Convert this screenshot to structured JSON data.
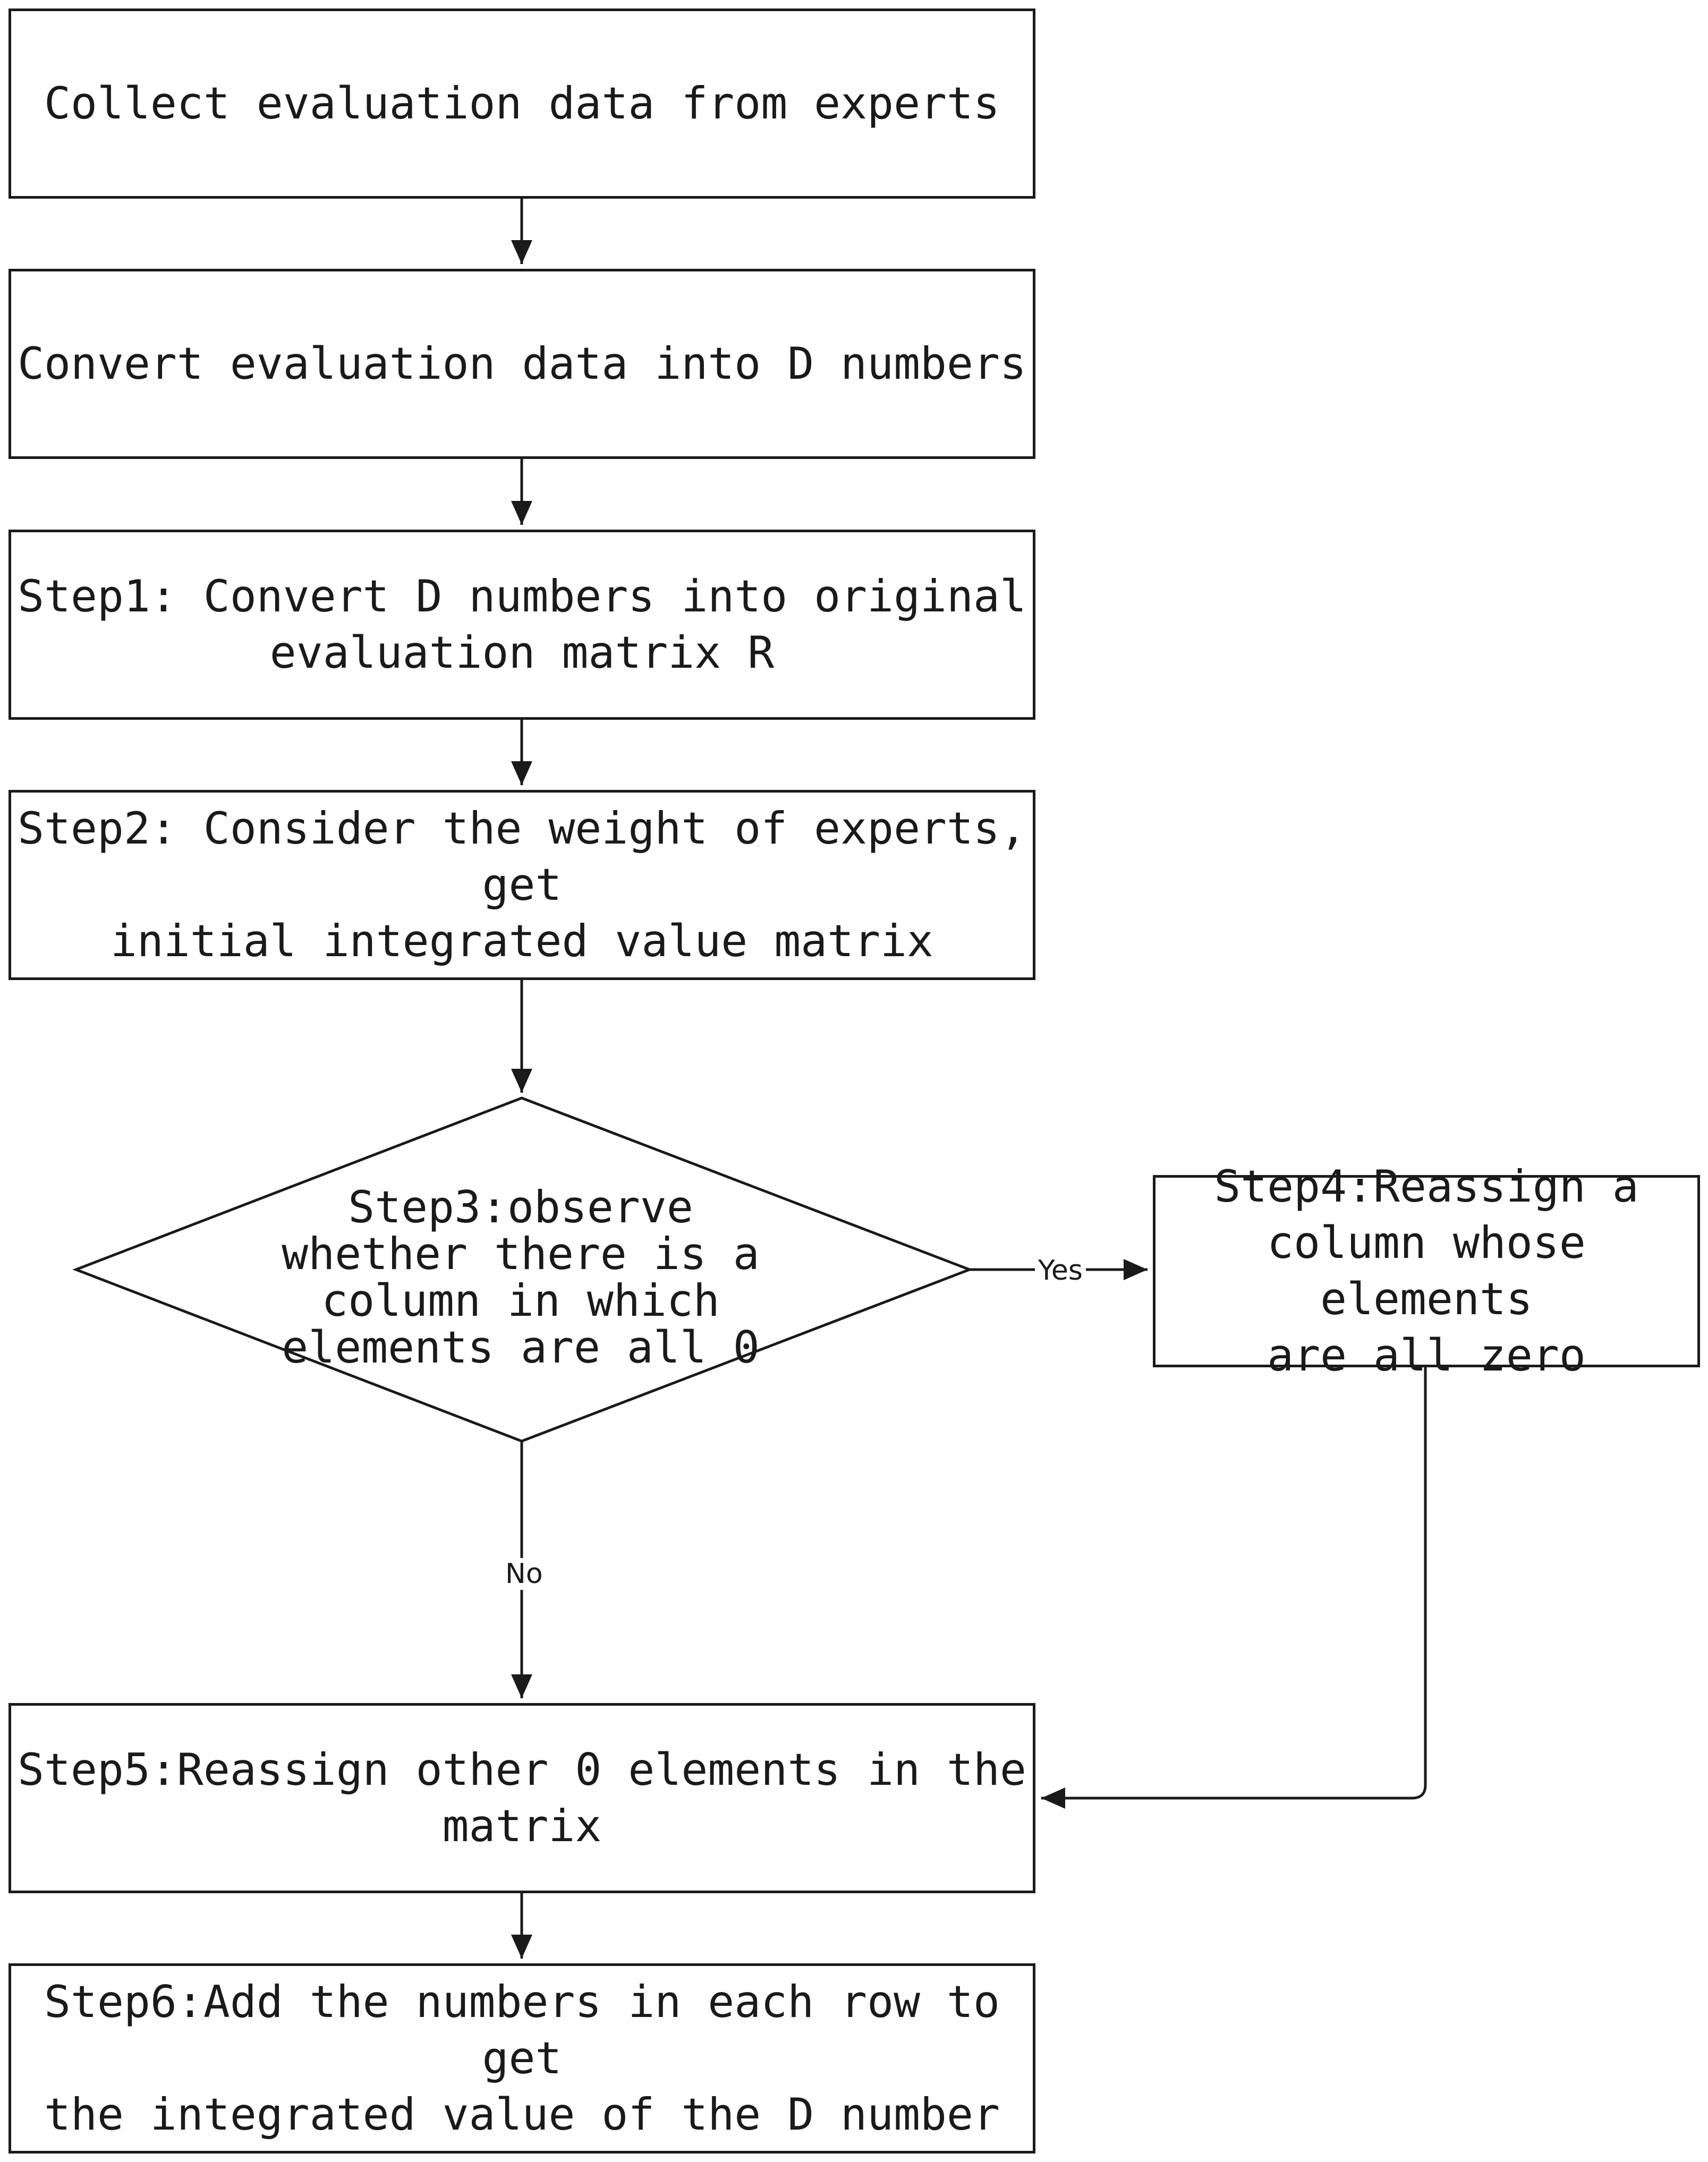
{
  "flowchart": {
    "nodes": {
      "collect": "Collect evaluation data from experts",
      "convert": "Convert evaluation data into D numbers",
      "step1": "Step1: Convert D numbers into original\nevaluation matrix R",
      "step2": "Step2: Consider the weight of experts, get\ninitial integrated value matrix",
      "step3": "Step3:observe\nwhether there is a\ncolumn in which\nelements are all 0",
      "step4": "Step4:Reassign a\ncolumn whose elements\nare all zero",
      "step5": "Step5:Reassign other 0 elements in the\nmatrix",
      "step6": "Step6:Add the numbers in each row to get\nthe integrated value of the D number"
    },
    "edge_labels": {
      "yes": "Yes",
      "no": "No"
    }
  },
  "colors": {
    "stroke": "#1a1a1a",
    "background": "#ffffff"
  }
}
